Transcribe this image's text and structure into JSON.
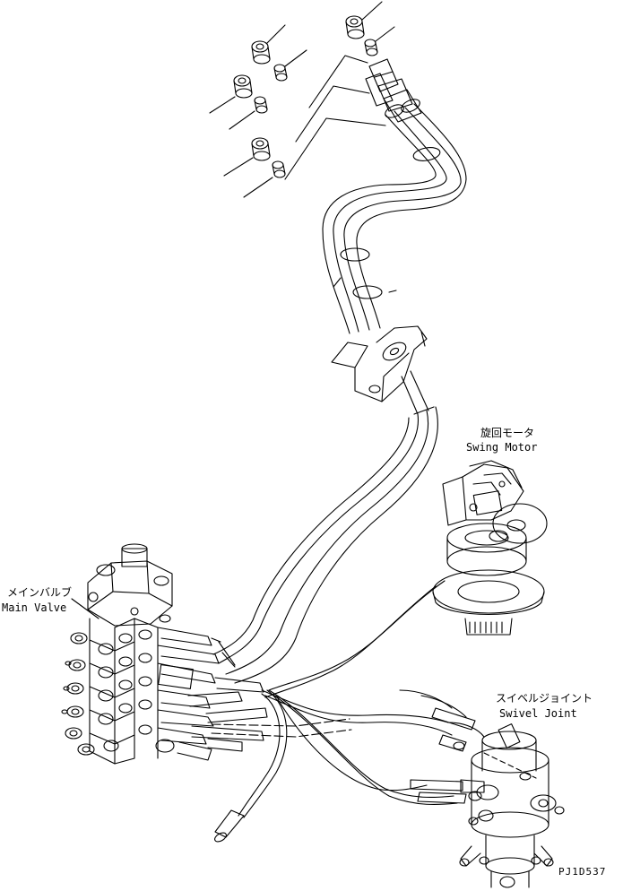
{
  "labels": {
    "swing_motor_jp": "旋回モータ",
    "swing_motor_en": "Swing Motor",
    "main_valve_jp": "メインバルブ",
    "main_valve_en": "Main Valve",
    "swivel_joint_jp": "スイベルジョイント",
    "swivel_joint_en": "Swivel Joint"
  },
  "reference_code": "PJ1D537"
}
